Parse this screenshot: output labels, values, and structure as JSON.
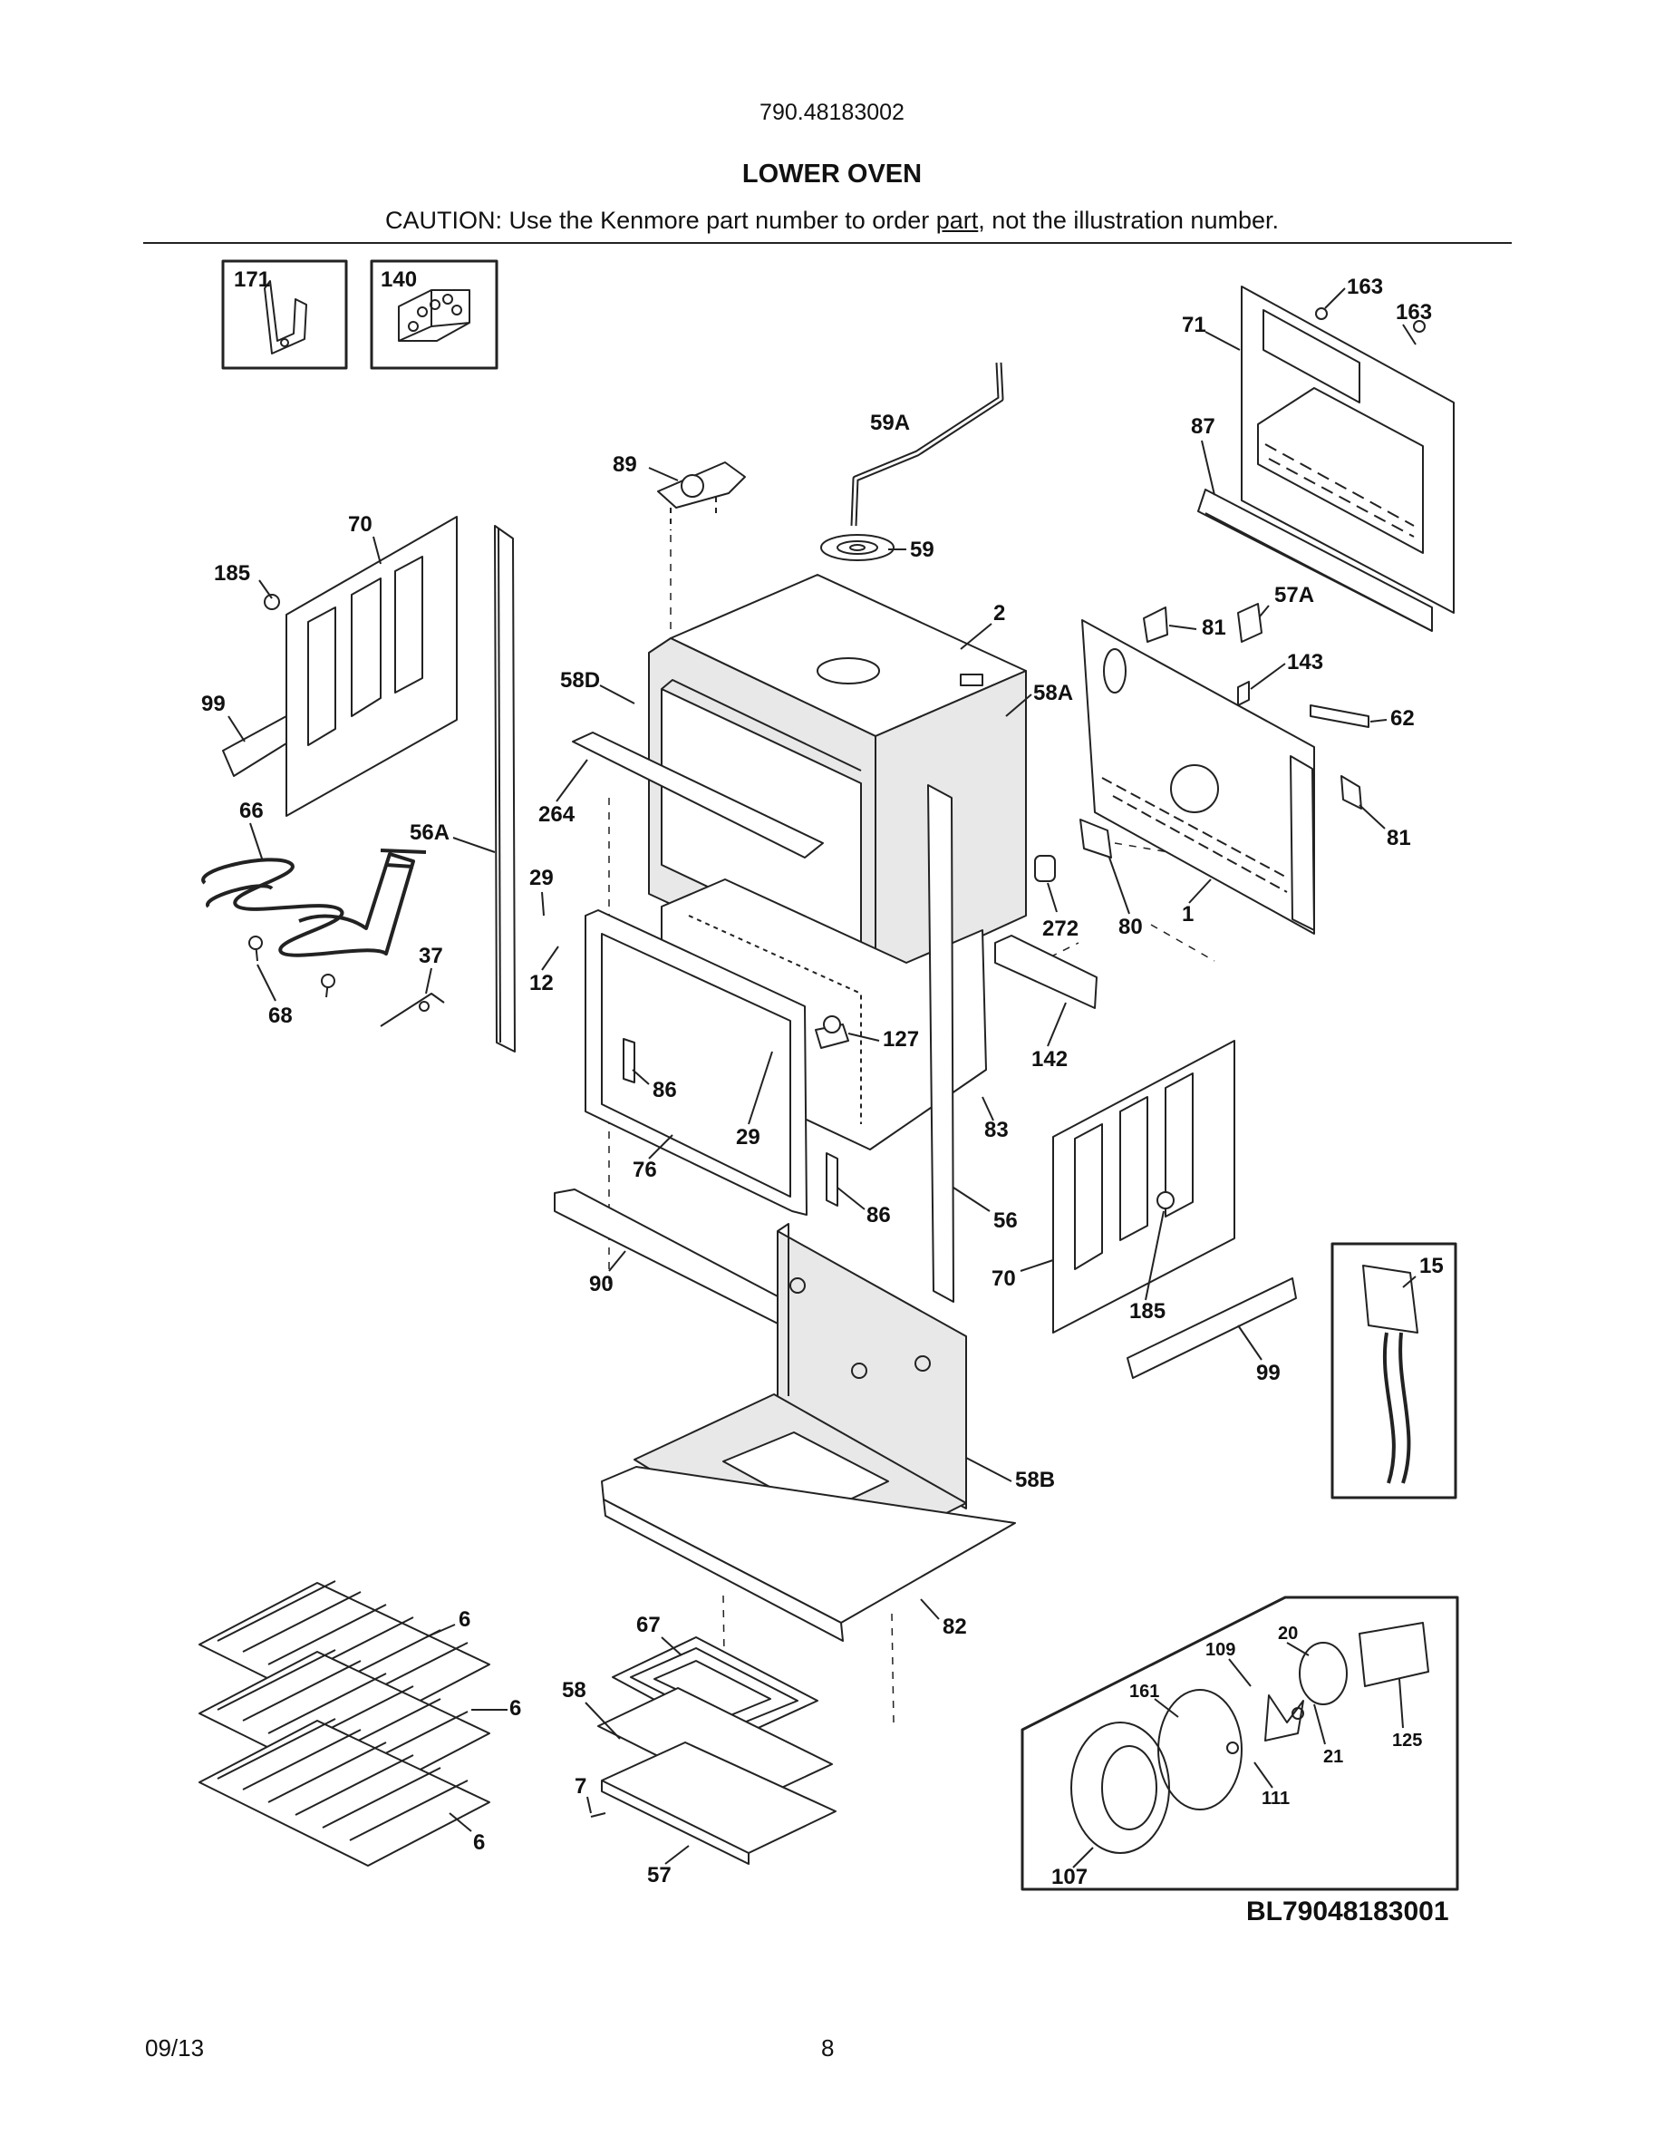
{
  "header": {
    "model_number": "790.48183002",
    "title": "LOWER OVEN",
    "caution_before": "CAUTION: Use the Kenmore part number to order ",
    "caution_link": "part",
    "caution_after": ", not the illustration number."
  },
  "diagram": {
    "reference_code": "BL79048183001",
    "part_labels": {
      "p171": "171",
      "p140": "140",
      "p163a": "163",
      "p163b": "163",
      "p71": "71",
      "p87": "87",
      "p59A": "59A",
      "p89": "89",
      "p59": "59",
      "p2": "2",
      "p70a": "70",
      "p185a": "185",
      "p99a": "99",
      "p57A": "57A",
      "p81a": "81",
      "p143": "143",
      "p62": "62",
      "p81b": "81",
      "p58D": "58D",
      "p58A": "58A",
      "p264": "264",
      "p66": "66",
      "p56A": "56A",
      "p29a": "29",
      "p37": "37",
      "p12": "12",
      "p68": "68",
      "p272": "272",
      "p80": "80",
      "p1": "1",
      "p127": "127",
      "p142": "142",
      "p86a": "86",
      "p29b": "29",
      "p83": "83",
      "p76": "76",
      "p86b": "86",
      "p56": "56",
      "p90": "90",
      "p70b": "70",
      "p185b": "185",
      "p99b": "99",
      "p15": "15",
      "p58B": "58B",
      "p82": "82",
      "p6a": "6",
      "p6b": "6",
      "p6c": "6",
      "p67": "67",
      "p58": "58",
      "p7": "7",
      "p57": "57",
      "p20": "20",
      "p109": "109",
      "p161": "161",
      "p21": "21",
      "p125": "125",
      "p111": "111",
      "p107": "107"
    }
  },
  "footer": {
    "date": "09/13",
    "page_number": "8"
  }
}
